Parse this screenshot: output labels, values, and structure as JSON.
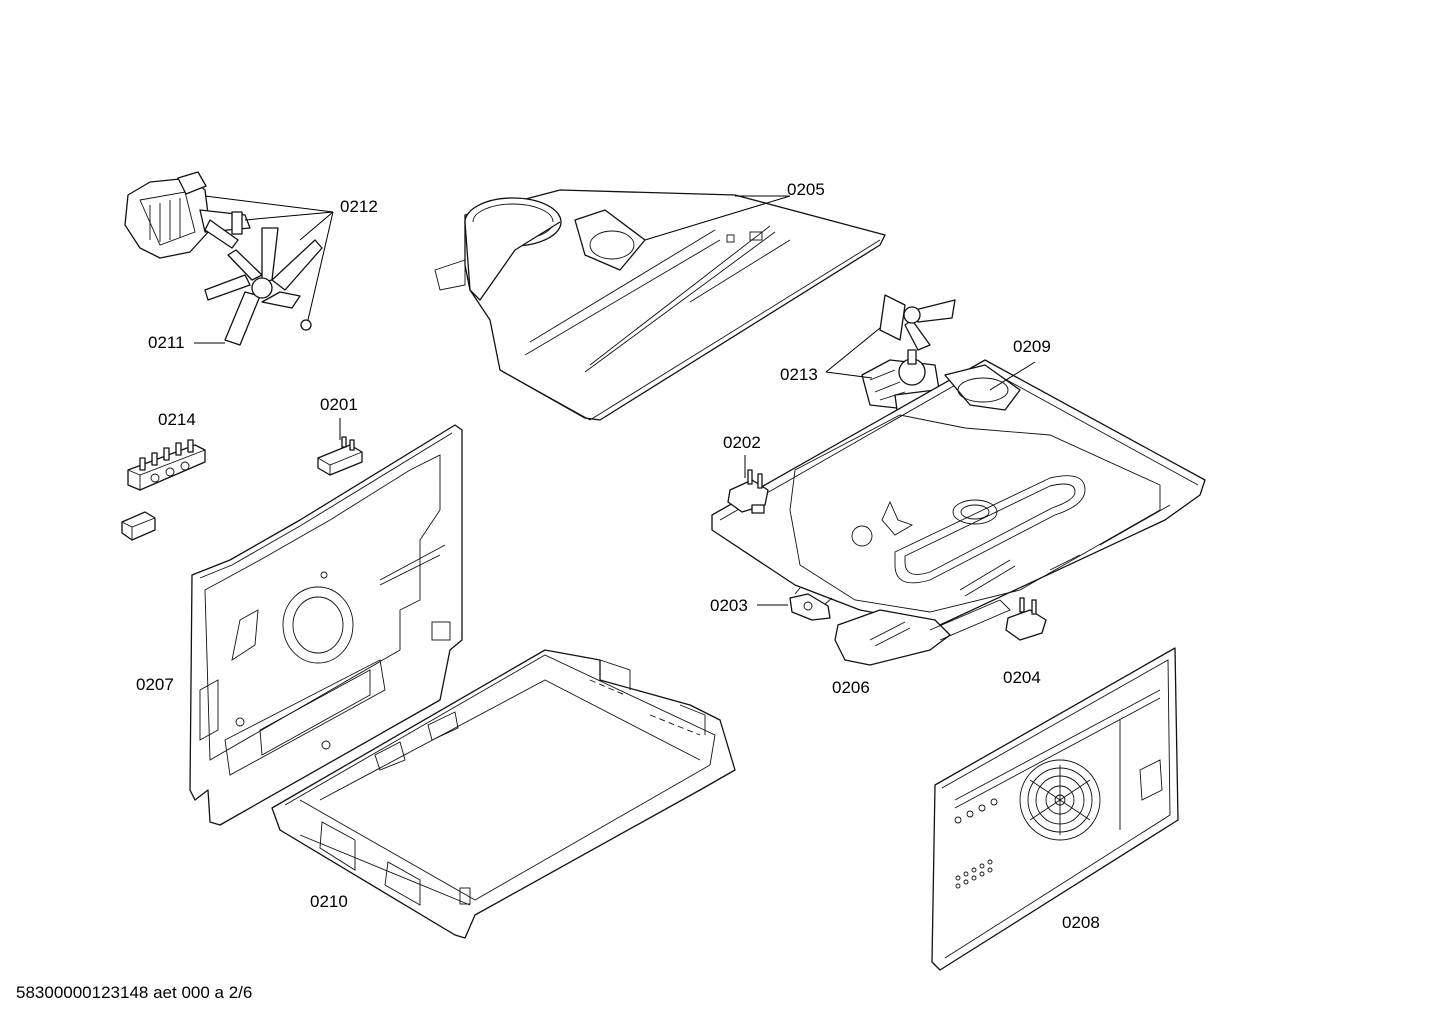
{
  "diagram": {
    "footer": "58300000123148 aet 000 a 2/6",
    "part_labels": {
      "p0201": "0201",
      "p0202": "0202",
      "p0203": "0203",
      "p0204": "0204",
      "p0205": "0205",
      "p0206": "0206",
      "p0207": "0207",
      "p0208": "0208",
      "p0209": "0209",
      "p0210": "0210",
      "p0211": "0211",
      "p0212": "0212",
      "p0213": "0213",
      "p0214": "0214"
    }
  }
}
